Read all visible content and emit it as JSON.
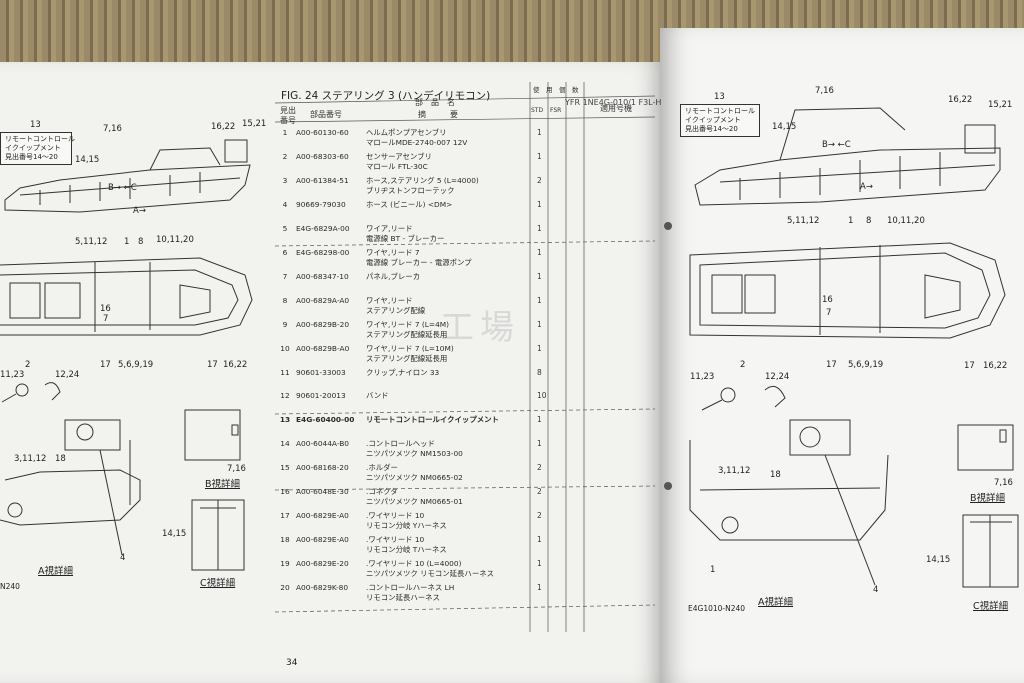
{
  "figure": {
    "title": "FIG. 24 ステアリング 3 (ハンデイリモコン)",
    "model": "YFR 1NE4G-010/1 F3L-H",
    "page_number": "34",
    "watermark": "工場"
  },
  "table_headers": {
    "ref": "見出\n番号",
    "part_no": "部品番号",
    "name_top": "部　品　名",
    "name_bottom": "摘　　　要",
    "usage": "使　用　個　数",
    "std": "STD",
    "fsr": "FSR",
    "applicable": "適用号機"
  },
  "rows": [
    {
      "ref": "1",
      "pn": "A00-60130-60",
      "name": "ヘルムポンプアセンブリ\nマロールMDE-2740-007 12V",
      "qty": "1",
      "bold": false
    },
    {
      "ref": "2",
      "pn": "A00-68303-60",
      "name": "センサーアセンブリ\nマロール FTL-30C",
      "qty": "1",
      "bold": false
    },
    {
      "ref": "3",
      "pn": "A00-61384-51",
      "name": "ホース,ステアリング 5 (L=4000)\nブリヂストンフローテック",
      "qty": "2",
      "bold": false
    },
    {
      "ref": "4",
      "pn": "90669-79030",
      "name": "ホース (ビニール) <DM>",
      "qty": "1",
      "bold": false
    },
    {
      "ref": "5",
      "pn": "E4G-6829A-00",
      "name": "ワイア,リード\n電源線 BT - ブレーカー",
      "qty": "1",
      "bold": false
    },
    {
      "ref": "6",
      "pn": "E4G-68298-00",
      "name": "ワイヤ,リード 7\n電源線 ブレーカー - 電源ポンプ",
      "qty": "1",
      "bold": false
    },
    {
      "ref": "7",
      "pn": "A00-68347-10",
      "name": "パネル,ブレーカ",
      "qty": "1",
      "bold": false
    },
    {
      "ref": "8",
      "pn": "A00-6829A-A0",
      "name": "ワイヤ,リード\nステアリング配線",
      "qty": "1",
      "bold": false
    },
    {
      "ref": "9",
      "pn": "A00-6829B-20",
      "name": "ワイヤ,リード 7 (L=4M)\nステアリング配線延長用",
      "qty": "1",
      "bold": false
    },
    {
      "ref": "10",
      "pn": "A00-6829B-A0",
      "name": "ワイヤ,リード 7 (L=10M)\nステアリング配線延長用",
      "qty": "1",
      "bold": false
    },
    {
      "ref": "11",
      "pn": "90601-33003",
      "name": "クリップ,ナイロン 33",
      "qty": "8",
      "bold": false
    },
    {
      "ref": "12",
      "pn": "90601-20013",
      "name": "バンド",
      "qty": "10",
      "bold": false
    },
    {
      "ref": "13",
      "pn": "E4G-60400-00",
      "name": "リモートコントロールイクイップメント",
      "qty": "1",
      "bold": true
    },
    {
      "ref": "14",
      "pn": "A00-6044A-B0",
      "name": ".コントロールヘッド\nニツパツメツク NM1503-00",
      "qty": "1",
      "bold": false
    },
    {
      "ref": "15",
      "pn": "A00-68168-20",
      "name": ".ホルダー\nニツパツメツク NM0665-02",
      "qty": "2",
      "bold": false
    },
    {
      "ref": "16",
      "pn": "A00-6048E-30",
      "name": ".コネクタ\nニツパツメツク NM0665-01",
      "qty": "2",
      "bold": false
    },
    {
      "ref": "17",
      "pn": "A00-6829E-A0",
      "name": ".ワイヤリード 10\nリモコン分岐 Yハーネス",
      "qty": "2",
      "bold": false
    },
    {
      "ref": "18",
      "pn": "A00-6829E-A0",
      "name": ".ワイヤリード 10\nリモコン分岐 Tハーネス",
      "qty": "1",
      "bold": false
    },
    {
      "ref": "19",
      "pn": "A00-6829E-20",
      "name": ".ワイヤリード 10 (L=4000)\nニツパツメツク リモコン延長ハーネス",
      "qty": "1",
      "bold": false
    },
    {
      "ref": "20",
      "pn": "A00-6829K-80",
      "name": ".コントロールハーネス LH\nリモコン延長ハーネス",
      "qty": "1",
      "bold": false
    }
  ],
  "left_page": {
    "callout": "リモートコントロール\nイクイップメント\n見出番号14〜20",
    "callout_num": "13",
    "labels": {
      "l_7_16": "7,16",
      "l_16_22": "16,22",
      "l_15_21": "15,21",
      "l_14_15": "14,15",
      "l_b_c": "B→  ←C",
      "l_a": "A→",
      "l_5_11_12": "5,11,12",
      "l_1": "1",
      "l_8": "8",
      "l_10_11_20": "10,11,20",
      "l_16": "16",
      "l_7": "7",
      "l_2": "2",
      "l_17a": "17",
      "l_5_6_9_19": "5,6,9,19",
      "l_17b": "17",
      "l_16_22b": "16,22",
      "l_11_23": "11,23",
      "l_12_24": "12,24",
      "l_3_11_12": "3,11,12",
      "l_18": "18",
      "l_4": "4",
      "l_7_16b": "7,16",
      "l_14_15b": "14,15",
      "l_code": "N240"
    },
    "details": {
      "a": "A視詳細",
      "b": "B視詳細",
      "c": "C視詳細"
    }
  },
  "right_page": {
    "callout": "リモートコントロール\nイクイップメント\n見出番号14〜20",
    "callout_num": "13",
    "labels": {
      "r_7_16": "7,16",
      "r_16_22": "16,22",
      "r_15_21": "15,21",
      "r_14_15": "14,15",
      "r_b_c": "B→  ←C",
      "r_a": "A→",
      "r_5_11_12": "5,11,12",
      "r_1": "1",
      "r_8": "8",
      "r_10_11_20": "10,11,20",
      "r_16": "16",
      "r_7": "7",
      "r_2": "2",
      "r_17a": "17",
      "r_5_6_9_19": "5,6,9,19",
      "r_17b": "17",
      "r_16_22b": "16,22",
      "r_11_23": "11,23",
      "r_12_24": "12,24",
      "r_3_11_12": "3,11,12",
      "r_18": "18",
      "r_1b": "1",
      "r_4": "4",
      "r_7_16b": "7,16",
      "r_14_15b": "14,15",
      "r_code": "E4G1010-N240"
    },
    "details": {
      "a": "A視詳細",
      "b": "B視詳細",
      "c": "C視詳細"
    }
  }
}
